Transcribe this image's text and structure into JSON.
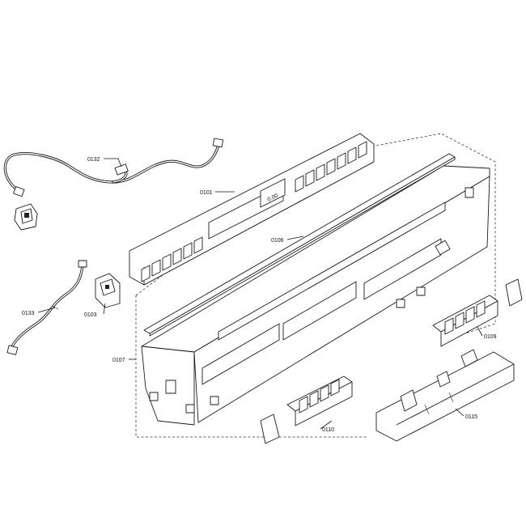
{
  "diagram": {
    "callouts": {
      "p0132": "0132",
      "p0101": "0101",
      "p0106": "0106",
      "p0133": "0133",
      "p0103": "0103",
      "p0107": "0107",
      "p0109": "0109",
      "p0110": "0110",
      "p0115": "0115"
    },
    "display_digits": "0.00"
  }
}
